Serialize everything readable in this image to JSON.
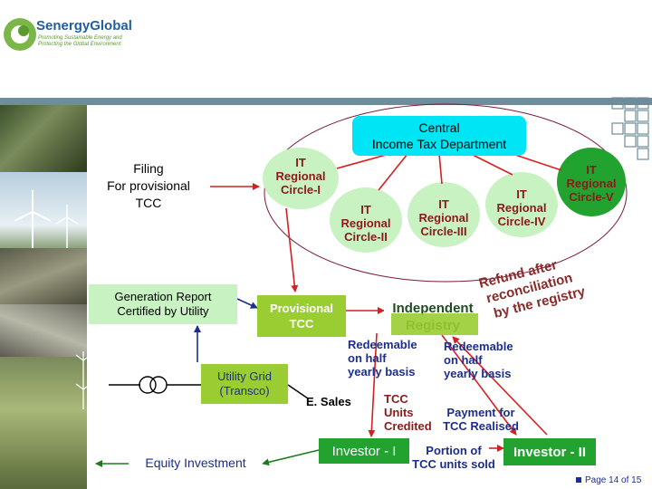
{
  "logo": {
    "brand": "SenergyGlobal",
    "tagline": "Promoting Sustainable Energy and\nProtecting the Global Environment"
  },
  "central": "Central\nIncome Tax Department",
  "circles": [
    "IT\nRegional\nCircle-I",
    "IT\nRegional\nCircle-II",
    "IT\nRegional\nCircle-III",
    "IT\nRegional\nCircle-IV",
    "IT\nRegional\nCircle-V"
  ],
  "filing": "Filing\nFor provisional\nTCC",
  "generation_report": "Generation Report\nCertified by Utility",
  "provisional_tcc": "Provisional\nTCC",
  "registry": "Independent\nRegistry",
  "refund_note": {
    "lines": [
      "Refund after",
      "reconciliation",
      "by the registry"
    ],
    "color": "#8B2A2A"
  },
  "redeemable_left": "Redeemable\non half\nyearly basis",
  "redeemable_right": "Redeemable\non half\nyearly basis",
  "utility_grid": "Utility Grid\n(Transco)",
  "e_sales": "E. Sales",
  "tcc_units": "TCC\nUnits\nCredited",
  "payment": "Payment for\nTCC Realised",
  "investor_1": "Investor - I",
  "investor_2": "Investor - II",
  "portion": "Portion of\nTCC units sold",
  "equity": "Equity Investment",
  "page": "Page 14 of 15",
  "colors": {
    "red_arrow": "#D42020",
    "blue_arrow": "#1C2E8C",
    "green_arrow": "#1E7A1E",
    "green_fill": "#22A22E",
    "light_green": "#C8F2C2",
    "cyan": "#00E5F5",
    "olive": "#9ACD32",
    "dark_red_text": "#8B1A1A"
  }
}
